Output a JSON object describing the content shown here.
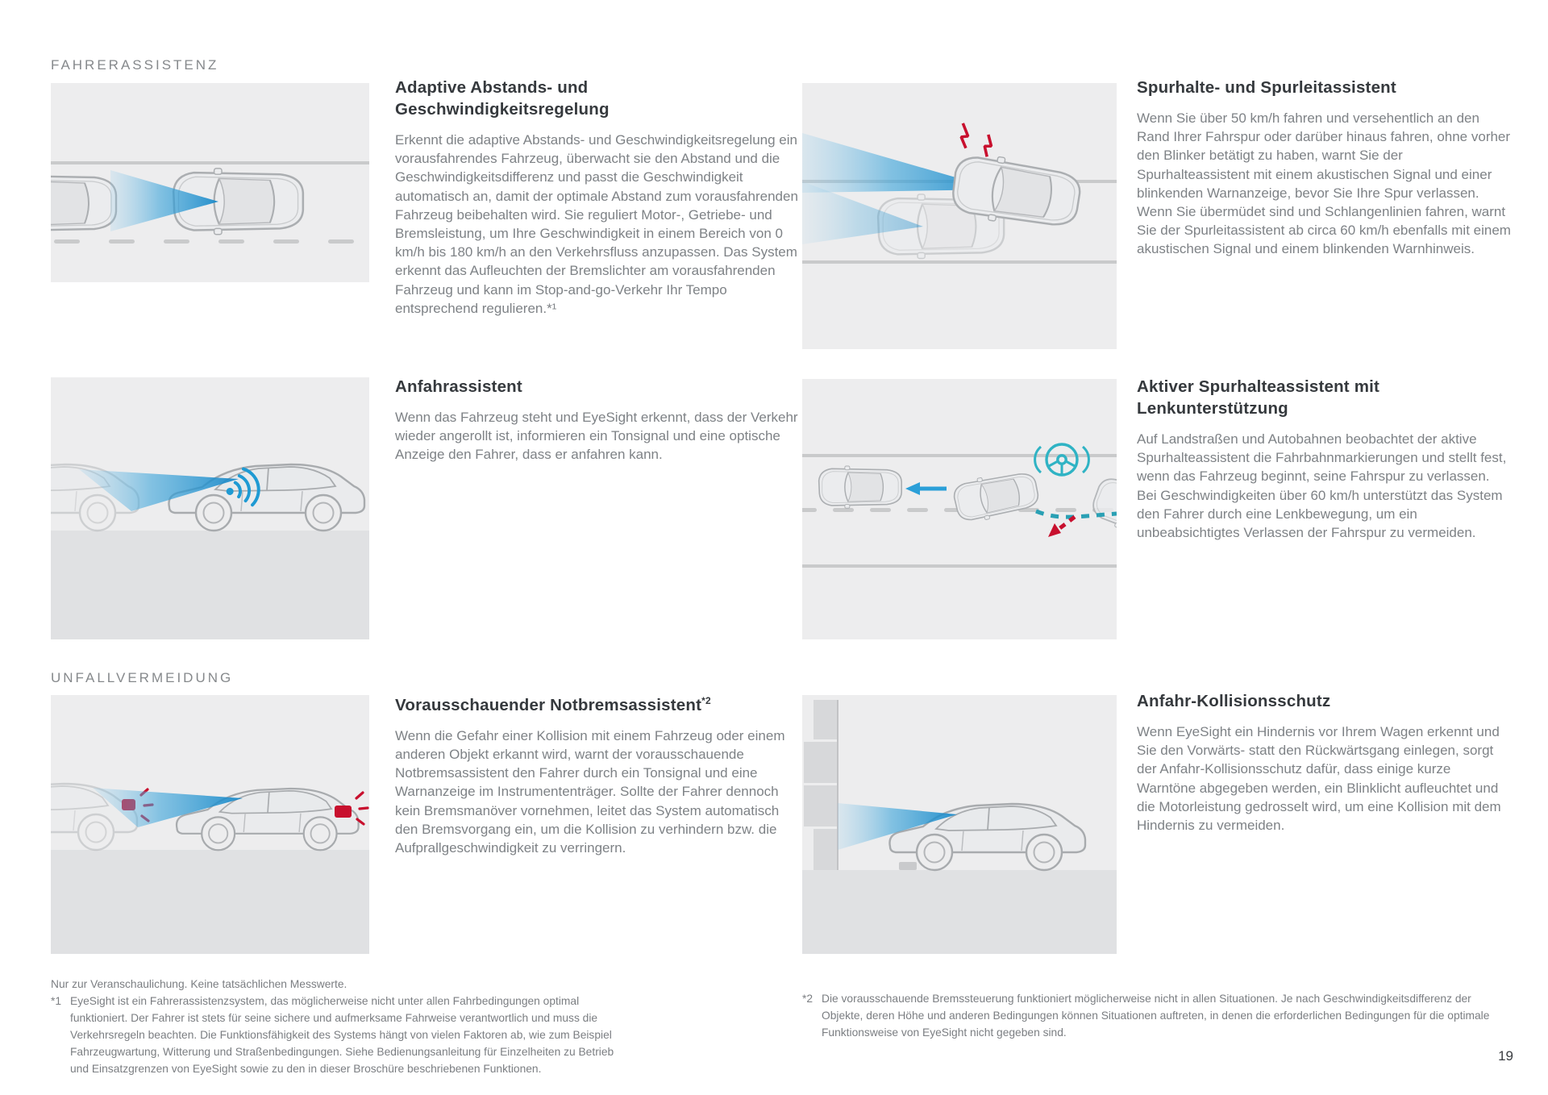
{
  "page": {
    "section_label_1": "FAHRERASSISTENZ",
    "section_label_2": "UNFALLVERMEIDUNG",
    "page_number": "19"
  },
  "cards": {
    "acc": {
      "title": "Adaptive Abstands- und Geschwindigkeitsregelung",
      "body": "Erkennt die adaptive Abstands- und Geschwindigkeitsregelung ein vorausfahrendes Fahrzeug, überwacht sie den Abstand und die Geschwindigkeitsdifferenz und passt die Geschwindigkeit automatisch an, damit der optimale Abstand zum vorausfahrenden Fahrzeug beibehalten wird. Sie reguliert Motor-, Getriebe- und Bremsleistung, um Ihre Geschwindigkeit in einem Bereich von 0 km/h bis 180 km/h an den Verkehrsfluss anzupassen. Das System erkennt das Aufleuchten der Bremslichter am vorausfahrenden Fahrzeug und kann im Stop-and-go-Verkehr Ihr Tempo entsprechend regulieren.*¹"
    },
    "lane_warn": {
      "title": "Spurhalte- und Spurleitassistent",
      "body": "Wenn Sie über 50 km/h fahren und versehentlich an den Rand Ihrer Fahrspur oder darüber hinaus fahren, ohne vorher den Blinker betätigt zu haben, warnt Sie der Spurhalteassistent mit einem akustischen Signal und einer blinkenden Warnanzeige, bevor Sie Ihre Spur verlassen. Wenn Sie übermüdet sind und Schlangenlinien fahren, warnt Sie der Spurleitassistent ab circa 60 km/h ebenfalls mit einem akustischen Signal und einem blinkenden Warnhinweis."
    },
    "start_assist": {
      "title": "Anfahrassistent",
      "body": "Wenn das Fahrzeug steht und EyeSight erkennt, dass der Verkehr wieder angerollt ist, informieren ein Tonsignal und eine optische Anzeige den Fahrer, dass er anfahren kann."
    },
    "active_lane": {
      "title": "Aktiver Spurhalteassistent mit Lenkunterstützung",
      "body": "Auf Landstraßen und Autobahnen beobachtet der aktive Spurhalteassistent die Fahrbahnmarkierungen und stellt fest, wenn das Fahrzeug beginnt, seine Fahrspur zu verlassen. Bei Geschwindigkeiten über 60 km/h unterstützt das System den Fahrer durch eine Lenkbewegung, um ein unbeabsichtigtes Verlassen der Fahrspur zu vermeiden."
    },
    "aeb": {
      "title": "Vorausschauender Notbremsassistent",
      "title_sup": "*2",
      "body": "Wenn die Gefahr einer Kollision mit einem Fahrzeug oder einem anderen Objekt erkannt wird, warnt der vorausschauende Notbremsassistent den Fahrer durch ein Tonsignal und eine Warnanzeige im Instrumententräger. Sollte der Fahrer dennoch kein Bremsmanöver vornehmen, leitet das System automatisch den Bremsvorgang ein, um die Kollision zu verhindern bzw. die Aufprallgeschwindigkeit zu verringern."
    },
    "collision": {
      "title": "Anfahr-Kollisionsschutz",
      "body": "Wenn EyeSight ein Hindernis vor Ihrem Wagen erkennt und Sie den Vorwärts- statt den Rückwärtsgang einlegen, sorgt der Anfahr-Kollisionsschutz dafür, dass einige kurze Warntöne abgegeben werden, ein Blinklicht aufleuchtet und die Motorleistung gedrosselt wird, um eine Kollision mit dem Hindernis zu vermeiden."
    }
  },
  "footnotes": {
    "left_line1": "Nur zur Veranschaulichung. Keine tatsächlichen Messwerte.",
    "left_marker": "*1",
    "left_note": "EyeSight ist ein Fahrerassistenzsystem, das möglicherweise nicht unter allen Fahrbedingungen optimal funktioniert. Der Fahrer ist stets für seine sichere und aufmerksame Fahrweise verantwortlich und muss die Verkehrsregeln beachten. Die Funktionsfähigkeit des Systems hängt von vielen Faktoren ab, wie zum Beispiel Fahrzeugwartung, Witterung und Straßenbedingungen. Siehe Bedienungsanleitung für Einzelheiten zu Betrieb und Einsatzgrenzen von EyeSight sowie zu den in dieser Broschüre beschriebenen Funktionen.",
    "right_marker": "*2",
    "right_note": "Die vorausschauende Bremssteuerung funktioniert möglicherweise nicht in allen Situationen. Je nach Geschwindigkeitsdifferenz der Objekte, deren Höhe und anderen Bedingungen können Situationen auftreten, in denen die erforderlichen Bedingungen für die optimale Funktionsweise von EyeSight nicht gegeben sind."
  },
  "icons": {
    "warning_sparks": "red-spark-icon",
    "sound_waves": "blue-sound-waves-icon",
    "steering_wheel": "teal-steering-wheel-icon",
    "brake_warning": "red-brake-warning-icon"
  },
  "colors": {
    "beam_blue": "#1286c8",
    "warning_red": "#c8102e",
    "assist_teal": "#2fb3c4",
    "illustration_bg": "#ededee",
    "road_line": "#c9cacb",
    "ground": "#e0e1e3"
  }
}
